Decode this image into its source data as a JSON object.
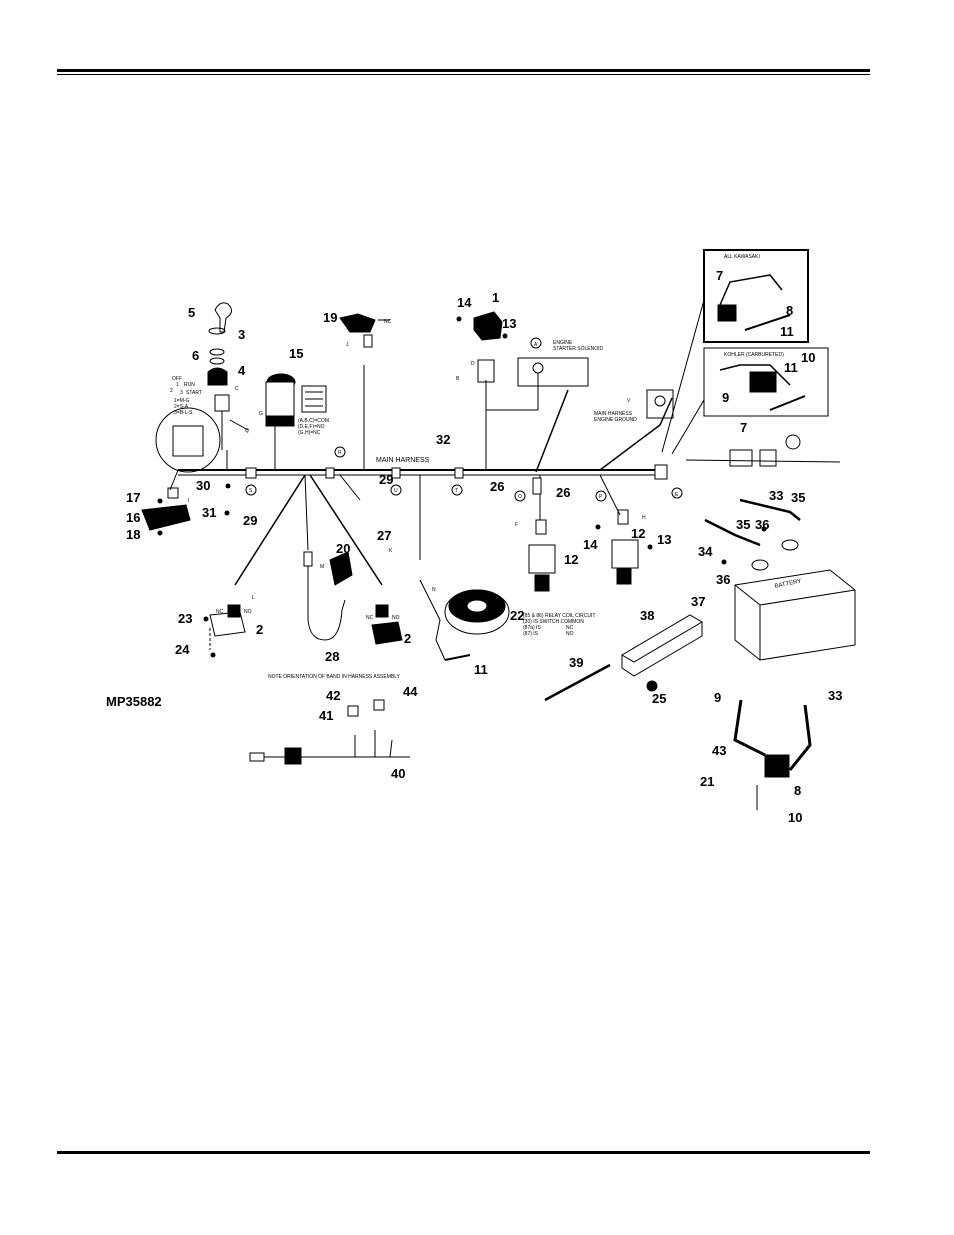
{
  "figure_code": "MP35882",
  "main_harness_label": "MAIN HARNESS",
  "battery_label": "BATTERY",
  "engine_solenoid": [
    "ENGINE",
    "STARTER SOLENOID"
  ],
  "engine_ground": [
    "MAIN HARNESS",
    "ENGINE GROUND"
  ],
  "inset_kawasaki": "ALL KAWASAKI",
  "inset_kohler": "KOHLER (CARBURETED)",
  "note_band": "NOTE ORIENTATION OF BAND IN HARNESS ASSEMBLY",
  "ignition_positions": [
    "OFF",
    "1",
    "RUN",
    "2",
    "3",
    "START"
  ],
  "ignition_codes": [
    "1=M-G",
    "2=S-A",
    "3=B-L-S"
  ],
  "seat_switch_codes": [
    "(A,B,C)=COM.",
    "(D,E,F)=NO",
    "(G,H)=NC"
  ],
  "relay_codes": [
    "(85 & 86) RELAY COIL CIRCUIT",
    "(30) IS SWITCH COMMON",
    "(87a) IS",
    "NC",
    "(87) IS",
    "NO"
  ],
  "switch_labels": {
    "nc": "NC",
    "no": "NO"
  },
  "connector_letters": [
    "A",
    "B",
    "C",
    "D",
    "E",
    "F",
    "G",
    "H",
    "I",
    "J",
    "K",
    "L",
    "M",
    "N",
    "O",
    "P",
    "Q",
    "R",
    "S",
    "T",
    "U",
    "V"
  ],
  "callouts": {
    "n1": "1",
    "n2": "2",
    "n3": "3",
    "n4": "4",
    "n5": "5",
    "n6": "6",
    "n7": "7",
    "n8": "8",
    "n9": "9",
    "n10": "10",
    "n11": "11",
    "n12": "12",
    "n13": "13",
    "n14": "14",
    "n15": "15",
    "n16": "16",
    "n17": "17",
    "n18": "18",
    "n19": "19",
    "n20": "20",
    "n21": "21",
    "n22": "22",
    "n23": "23",
    "n24": "24",
    "n25": "25",
    "n26": "26",
    "n27": "27",
    "n28": "28",
    "n29": "29",
    "n30": "30",
    "n31": "31",
    "n32": "32",
    "n33": "33",
    "n34": "34",
    "n35": "35",
    "n36": "36",
    "n37": "37",
    "n38": "38",
    "n39": "39",
    "n40": "40",
    "n41": "41",
    "n42": "42",
    "n43": "43",
    "n44": "44"
  }
}
